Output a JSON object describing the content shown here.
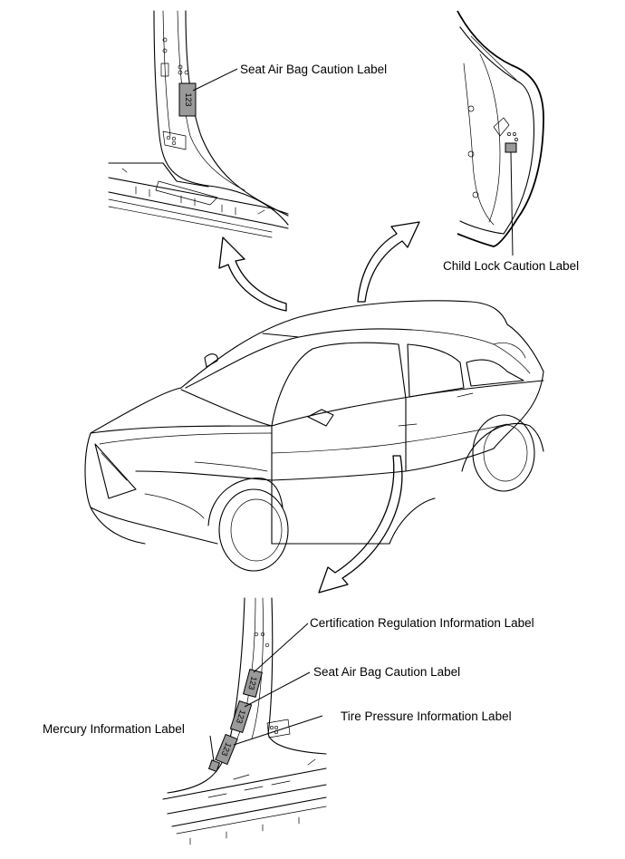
{
  "labels": {
    "seat_air_bag_top": "Seat Air Bag Caution Label",
    "child_lock": "Child Lock Caution Label",
    "certification": "Certification Regulation Information Label",
    "seat_air_bag_bottom": "Seat Air Bag Caution Label",
    "tire_pressure": "Tire Pressure Information Label",
    "mercury": "Mercury Information Label"
  },
  "label_plate_text": "123",
  "colors": {
    "line": "#000000",
    "label_fill": "#9a9a9a",
    "background": "#ffffff"
  }
}
